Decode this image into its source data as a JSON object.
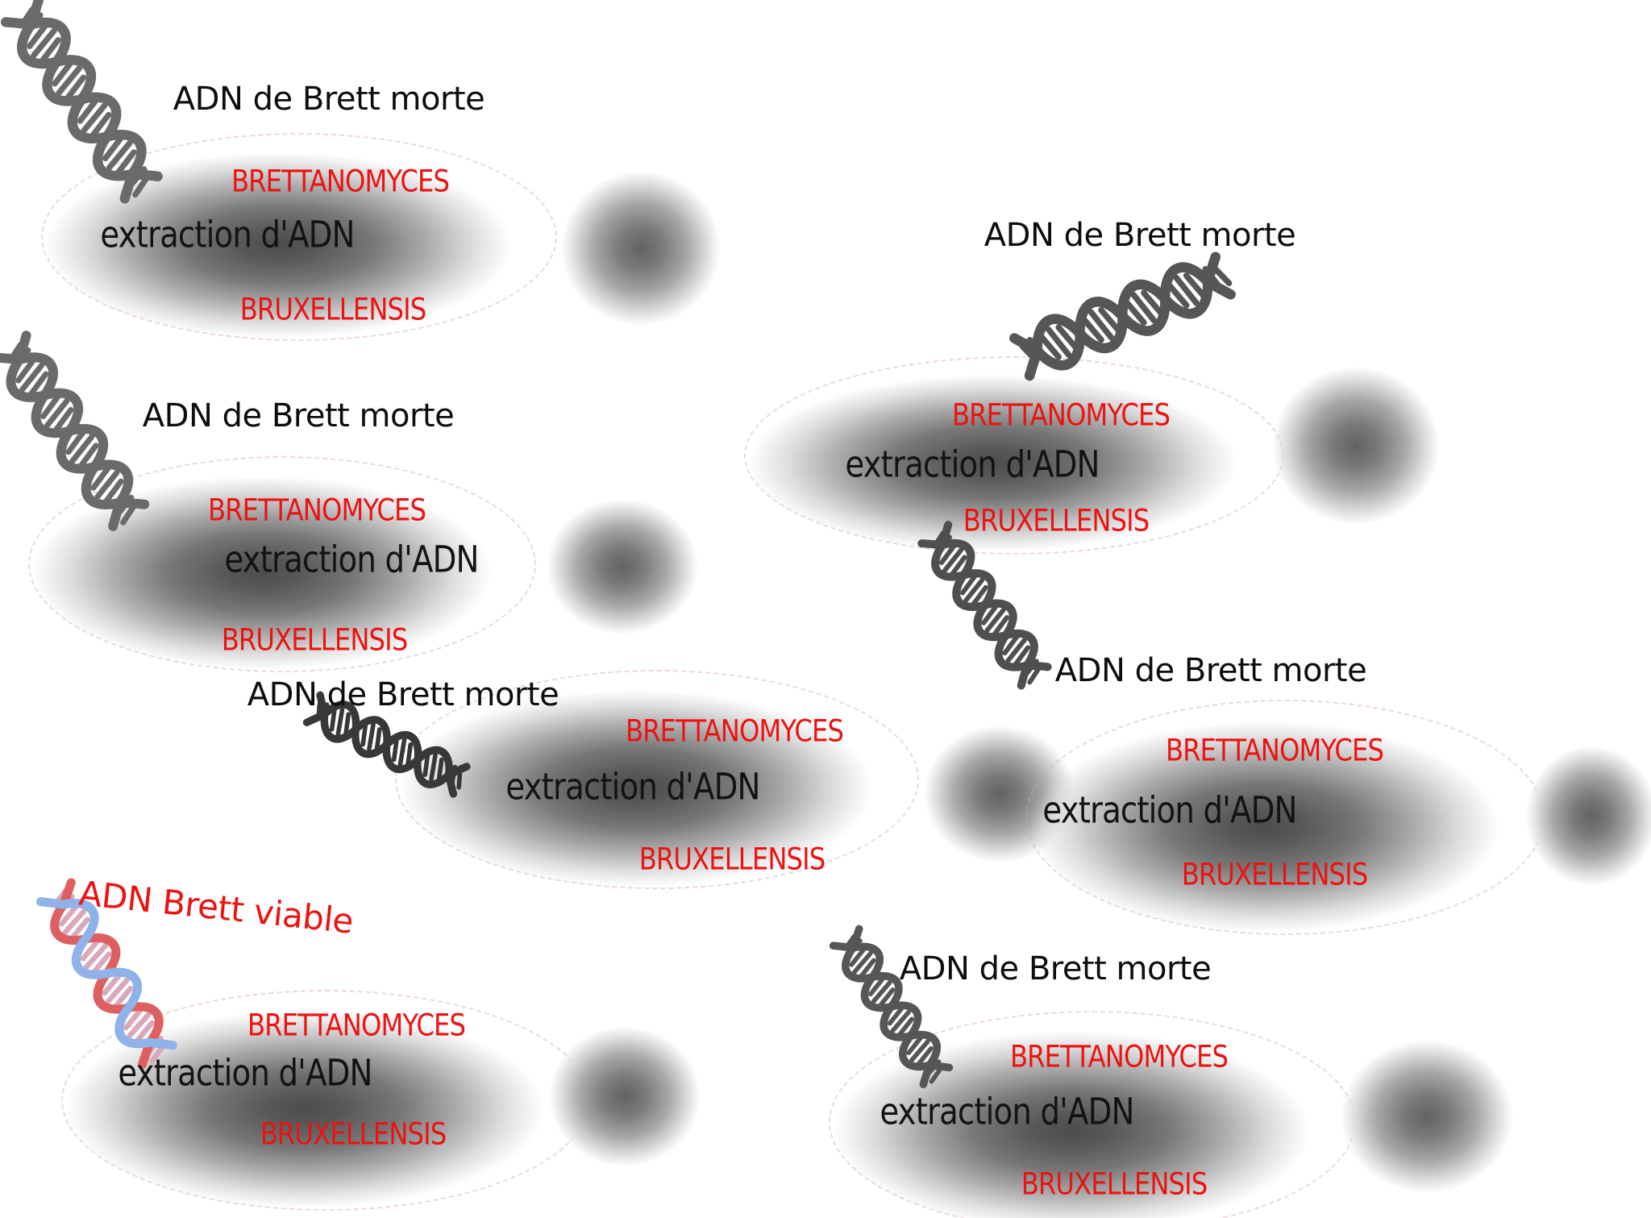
{
  "diagram": {
    "subject": "Brettanomyces bruxellensis yeast cells with DNA extraction",
    "background_color": "#ffffff"
  },
  "colors": {
    "accent_red": "#ed1212",
    "label_black": "#0d0d0d",
    "cell_gray_center": "#4d4d4d",
    "dead_dna_gray": "#6a6a6a",
    "dead_dna_dark": "#383838",
    "viable_strand_red": "#dd5f5f",
    "viable_strand_blue": "#8fb2e8",
    "viable_rung_pink": "#d9a8bc",
    "cell_dashed_border": "#d8a6a6"
  },
  "cells": [
    {
      "position": "top-left",
      "label": "ADN de Brett morte",
      "genus": "BRETTANOMYCES",
      "extraction": "extraction d'ADN",
      "species": "BRUXELLENSIS",
      "dna_state": "dead",
      "dna_color": "#6a6a6a"
    },
    {
      "position": "middle-left",
      "label": "ADN de Brett morte",
      "genus": "BRETTANOMYCES",
      "extraction": "extraction d'ADN",
      "species": "BRUXELLENSIS",
      "dna_state": "dead",
      "dna_color": "#6a6a6a"
    },
    {
      "position": "center",
      "label": "ADN de Brett morte",
      "genus": "BRETTANOMYCES",
      "extraction": "extraction d'ADN",
      "species": "BRUXELLENSIS",
      "dna_state": "dead",
      "dna_color": "#383838"
    },
    {
      "position": "top-right",
      "label": "ADN de Brett morte",
      "genus": "BRETTANOMYCES",
      "extraction": "extraction d'ADN",
      "species": "BRUXELLENSIS",
      "dna_state": "dead",
      "dna_color": "#565656"
    },
    {
      "position": "middle-right",
      "label": "ADN de Brett morte",
      "genus": "BRETTANOMYCES",
      "extraction": "extraction d'ADN",
      "species": "BRUXELLENSIS",
      "dna_state": "dead",
      "dna_color": "#4f4f4f"
    },
    {
      "position": "bottom-left",
      "label": "ADN Brett viable",
      "genus": "BRETTANOMYCES",
      "extraction": "extraction d'ADN",
      "species": "BRUXELLENSIS",
      "dna_state": "viable",
      "dna_color": "#dd5f5f"
    },
    {
      "position": "bottom-right",
      "label": "ADN de Brett morte",
      "genus": "BRETTANOMYCES",
      "extraction": "extraction d'ADN",
      "species": "BRUXELLENSIS",
      "dna_state": "dead",
      "dna_color": "#565656"
    }
  ]
}
